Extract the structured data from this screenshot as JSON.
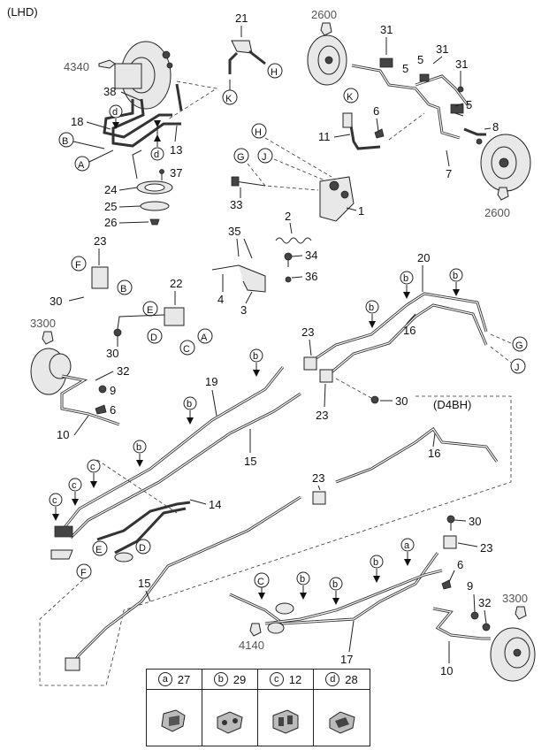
{
  "header": {
    "drive_side": "(LHD)"
  },
  "labels": {
    "n2600a": "2600",
    "n4340": "4340",
    "n21": "21",
    "n31a": "31",
    "n31b": "31",
    "n31c": "31",
    "n5a": "5",
    "n5b": "5",
    "n5c": "5",
    "n38": "38",
    "n18": "18",
    "n13": "13",
    "n37": "37",
    "n24": "24",
    "n25": "25",
    "n26": "26",
    "n6a": "6",
    "n11": "11",
    "n8": "8",
    "n7": "7",
    "n2600b": "2600",
    "n1": "1",
    "n33": "33",
    "n2": "2",
    "n35": "35",
    "n34": "34",
    "n36": "36",
    "n4": "4",
    "n3": "3",
    "n23a": "23",
    "n30a": "30",
    "n22": "22",
    "n20": "20",
    "n16a": "16",
    "n3300a": "3300",
    "n30b": "30",
    "n32a": "32",
    "n9a": "9",
    "n6b": "6",
    "n10a": "10",
    "n19": "19",
    "n15a": "15",
    "n23b": "23",
    "n23c": "23",
    "n30c": "30",
    "d4bh": "(D4BH)",
    "n16b": "16",
    "n14": "14",
    "n23d": "23",
    "n15b": "15",
    "n30d": "30",
    "n23e": "23",
    "n6c": "6",
    "n9b": "9",
    "n32b": "32",
    "n3300b": "3300",
    "n4140": "4140",
    "n17": "17",
    "n10b": "10"
  },
  "connectors": {
    "A": "A",
    "B": "B",
    "C": "C",
    "D": "D",
    "E": "E",
    "F": "F",
    "G": "G",
    "H": "H",
    "J": "J",
    "K": "K"
  },
  "clip_letters": {
    "a": "a",
    "b": "b",
    "c": "c",
    "d": "d"
  },
  "legend": [
    {
      "letter": "a",
      "part": "27",
      "icon": "clip-a-icon"
    },
    {
      "letter": "b",
      "part": "29",
      "icon": "clip-b-icon"
    },
    {
      "letter": "c",
      "part": "12",
      "icon": "clip-c-icon"
    },
    {
      "letter": "d",
      "part": "28",
      "icon": "clip-d-icon"
    }
  ]
}
